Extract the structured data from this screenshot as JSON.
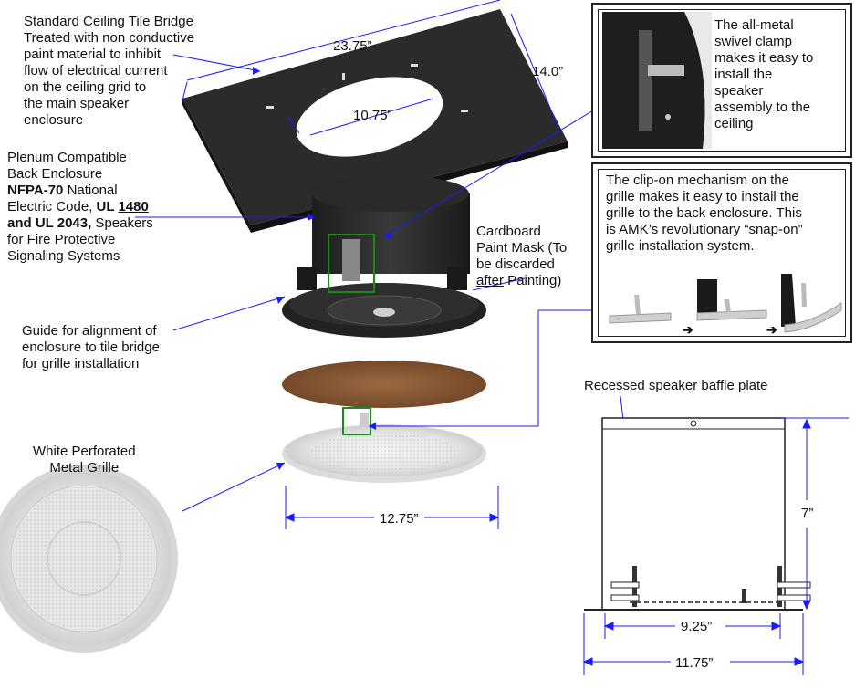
{
  "labels": {
    "tile_bridge": [
      "Standard Ceiling Tile Bridge",
      "Treated with non conductive",
      "paint material to inhibit",
      "flow of electrical current",
      "on the ceiling grid to",
      "the main speaker",
      "enclosure"
    ],
    "enclosure_l1": "Plenum Compatible",
    "enclosure_l2": "Back Enclosure",
    "enclosure_l3a": "NFPA-70",
    "enclosure_l3b": " National",
    "enclosure_l4a": "Electric Code, ",
    "enclosure_l4b": "UL ",
    "enclosure_l4c": "1480",
    "enclosure_l5a": "and UL 2043,",
    "enclosure_l5b": "  Speakers",
    "enclosure_l6": "for Fire Protective",
    "enclosure_l7": "Signaling Systems",
    "cardboard_l1": "Cardboard",
    "cardboard_l2": "Paint Mask (To",
    "cardboard_l3": "be discarded",
    "cardboard_l4a": "after",
    "cardboard_l4b": " Painting)",
    "guide": [
      "Guide for alignment of",
      "enclosure to tile bridge",
      "for grille installation"
    ],
    "grille": [
      "White Perforated",
      "Metal Grille"
    ],
    "baffle": "Recessed speaker baffle plate"
  },
  "callouts": {
    "clamp": [
      "The all-metal",
      "swivel clamp",
      "makes it easy to",
      "install the",
      "speaker",
      "assembly to the",
      "ceiling"
    ],
    "clip": [
      "The clip-on mechanism on the",
      "grille makes it easy to install the",
      "grille to the back enclosure.  This",
      "is AMK’s revolutionary “snap-on”",
      "grille installation system."
    ]
  },
  "dimensions": {
    "bridge_length": "23.75”",
    "bridge_width": "14.0”",
    "bridge_hole": "10.75”",
    "grille_dia": "12.75”",
    "height": "7”",
    "baffle_dia": "9.25”",
    "outer_dia": "11.75”"
  },
  "colors": {
    "leader": "#1a1aff",
    "highlight": "#1a8a1a",
    "bridge": "#2b2b2b",
    "mask": "#8a5a35"
  }
}
